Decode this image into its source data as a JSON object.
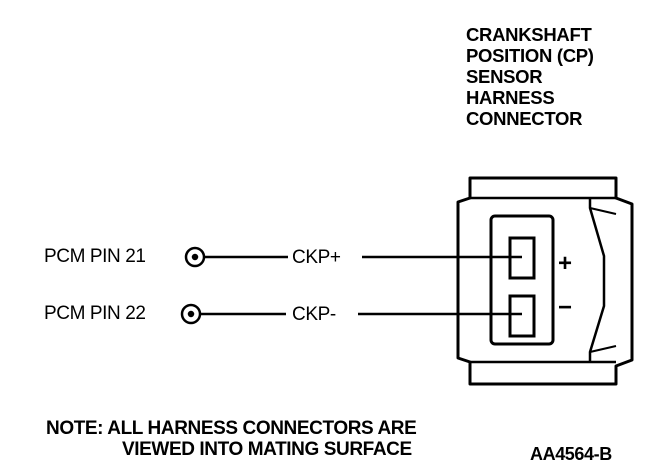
{
  "title_lines": [
    "CRANKSHAFT",
    "POSITION (CP)",
    "SENSOR",
    "HARNESS",
    "CONNECTOR"
  ],
  "pins": [
    {
      "pcm_label": "PCM PIN 21",
      "signal": "CKP+",
      "polarity": "+"
    },
    {
      "pcm_label": "PCM PIN 22",
      "signal": "CKP-",
      "polarity": "−"
    }
  ],
  "note": {
    "line1": "NOTE: ALL HARNESS CONNECTORS ARE",
    "line2": "VIEWED INTO MATING SURFACE"
  },
  "figure_id": "AA4564-B"
}
